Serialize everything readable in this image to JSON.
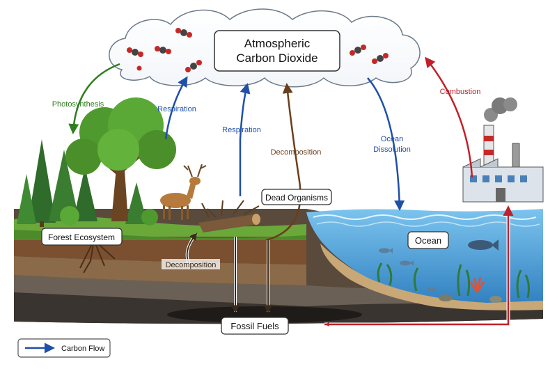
{
  "diagram": {
    "atmosphere": {
      "line1": "Atmospheric",
      "line2": "Carbon Dioxide"
    },
    "flows": {
      "photosynthesis": "Photosynthesis",
      "respiration_plants": "Respiration",
      "respiration_animals": "Respiration",
      "decomposition_up": "Decomposition",
      "ocean_dissolution_line1": "Ocean",
      "ocean_dissolution_line2": "Dissolution",
      "combustion": "Combustion",
      "decomposition_soil": "Decomposition"
    },
    "boxes": {
      "forest": "Forest Ecosystem",
      "dead_organisms": "Dead Organisms",
      "ocean": "Ocean",
      "fossil_fuels": "Fossil Fuels"
    },
    "legend": {
      "label": "Carbon Flow"
    }
  },
  "colors": {
    "green_flow": "#2e7d1f",
    "blue_flow": "#1f4fa8",
    "brown_flow": "#6b3e1c",
    "red_flow": "#c0202a",
    "ocean": "#4a9fd8",
    "soil": "#8a5a33"
  }
}
